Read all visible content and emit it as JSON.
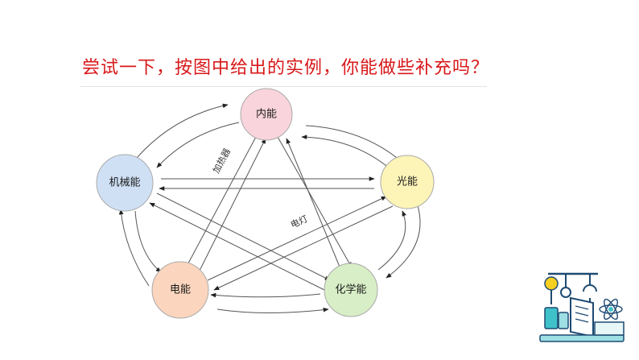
{
  "heading": "尝试一下，按图中给出的实例，你能做些补充吗？",
  "nodes": {
    "internal": {
      "label": "内能",
      "color": "#f9d4dc"
    },
    "light": {
      "label": "光能",
      "color": "#fdf4b8"
    },
    "mechanical": {
      "label": "机械能",
      "color": "#cfe0f5"
    },
    "electrical": {
      "label": "电能",
      "color": "#fbd5bd"
    },
    "chemical": {
      "label": "化学能",
      "color": "#d8eec6"
    }
  },
  "annotations": {
    "heater": "加热器",
    "lamp": "电灯"
  },
  "decoration": {
    "icon": "science-lab-icon"
  }
}
